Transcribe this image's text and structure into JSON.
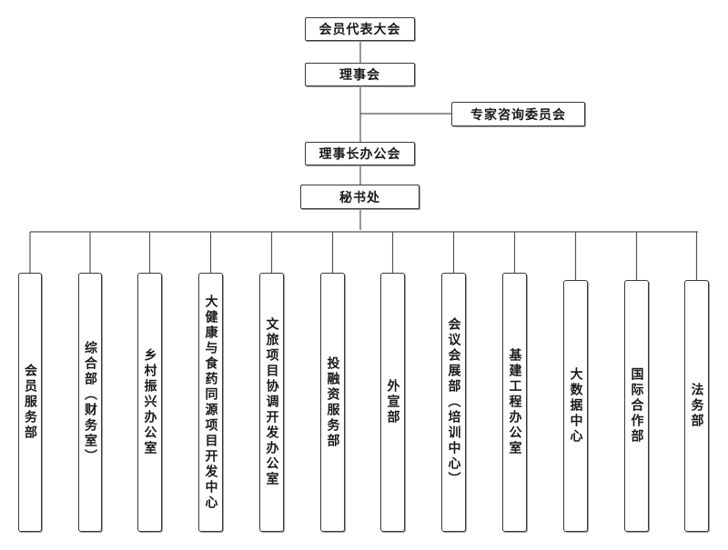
{
  "top": {
    "assembly": "会员代表大会",
    "council": "理事会",
    "expert_committee": "专家咨询委员会",
    "chairman_office": "理事长办公会",
    "secretariat": "秘书处"
  },
  "departments": [
    "会员服务部",
    "综合部（财务室）",
    "乡村振兴办公室",
    "大健康与食药同源项目开发中心",
    "文旅项目协调开发办公室",
    "投融资服务部",
    "外宣部",
    "会议会展部（培训中心）",
    "基建工程办公室",
    "大数据中心",
    "国际合作部",
    "法务部"
  ]
}
